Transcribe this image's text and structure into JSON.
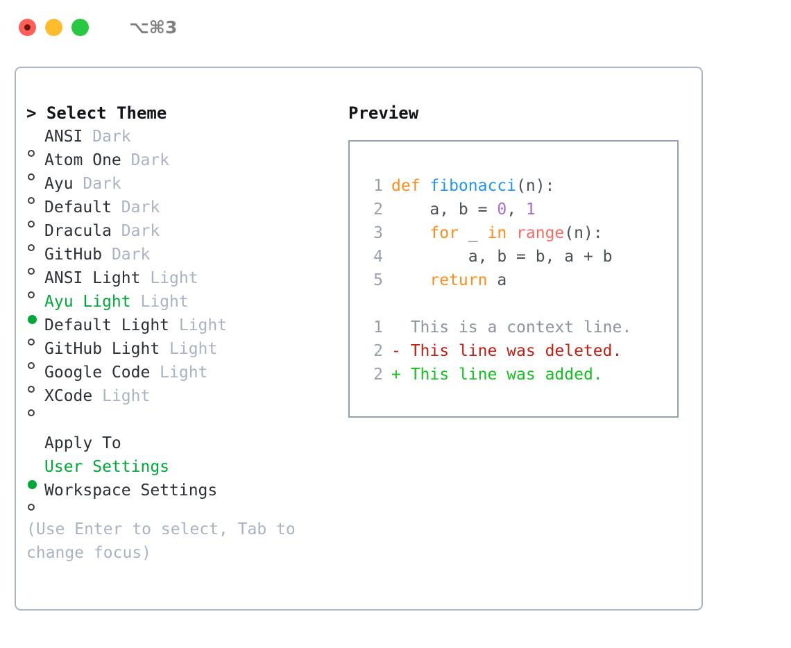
{
  "titlebar": {
    "shortcut": "⌥⌘3",
    "lights": [
      "close",
      "minimize",
      "maximize"
    ]
  },
  "left": {
    "heading": "> Select Theme",
    "themes": [
      {
        "marker": "o",
        "name": "ANSI",
        "tag": "Dark",
        "selected": false
      },
      {
        "marker": "o",
        "name": "Atom One",
        "tag": "Dark",
        "selected": false
      },
      {
        "marker": "o",
        "name": "Ayu",
        "tag": "Dark",
        "selected": false
      },
      {
        "marker": "o",
        "name": "Default",
        "tag": "Dark",
        "selected": false
      },
      {
        "marker": "o",
        "name": "Dracula",
        "tag": "Dark",
        "selected": false
      },
      {
        "marker": "o",
        "name": "GitHub",
        "tag": "Dark",
        "selected": false
      },
      {
        "marker": "o",
        "name": "ANSI Light",
        "tag": "Light",
        "selected": false
      },
      {
        "marker": "●",
        "name": "Ayu Light",
        "tag": "Light",
        "selected": true
      },
      {
        "marker": "o",
        "name": "Default Light",
        "tag": "Light",
        "selected": false
      },
      {
        "marker": "o",
        "name": "GitHub Light",
        "tag": "Light",
        "selected": false
      },
      {
        "marker": "o",
        "name": "Google Code",
        "tag": "Light",
        "selected": false
      },
      {
        "marker": "o",
        "name": "XCode",
        "tag": "Light",
        "selected": false
      }
    ],
    "apply_to_heading": "Apply To",
    "apply_to": [
      {
        "marker": "●",
        "name": "User Settings",
        "selected": true
      },
      {
        "marker": "o",
        "name": "Workspace Settings",
        "selected": false
      }
    ],
    "help_text": "(Use Enter to select, Tab to change focus)"
  },
  "preview": {
    "heading": "Preview",
    "code": [
      {
        "ln": "1",
        "parts": [
          {
            "t": "def ",
            "c": "kw"
          },
          {
            "t": "fibonacci",
            "c": "fn"
          },
          {
            "t": "(n):",
            "c": "pl"
          }
        ]
      },
      {
        "ln": "2",
        "parts": [
          {
            "t": "    a, b = ",
            "c": "pl"
          },
          {
            "t": "0",
            "c": "num"
          },
          {
            "t": ", ",
            "c": "pl"
          },
          {
            "t": "1",
            "c": "num"
          }
        ]
      },
      {
        "ln": "3",
        "parts": [
          {
            "t": "    ",
            "c": "pl"
          },
          {
            "t": "for",
            "c": "kw"
          },
          {
            "t": " _ ",
            "c": "pl"
          },
          {
            "t": "in",
            "c": "kw"
          },
          {
            "t": " ",
            "c": "pl"
          },
          {
            "t": "range",
            "c": "bi"
          },
          {
            "t": "(n):",
            "c": "pl"
          }
        ]
      },
      {
        "ln": "4",
        "parts": [
          {
            "t": "        a, b = b, a + b",
            "c": "pl"
          }
        ]
      },
      {
        "ln": "5",
        "parts": [
          {
            "t": "    ",
            "c": "pl"
          },
          {
            "t": "return",
            "c": "kw"
          },
          {
            "t": " a",
            "c": "pl"
          }
        ]
      }
    ],
    "diff": [
      {
        "ln": "1",
        "sign": " ",
        "text": "This is a context line.",
        "kind": "ctx"
      },
      {
        "ln": "2",
        "sign": "-",
        "text": "This line was deleted.",
        "kind": "del"
      },
      {
        "ln": "2",
        "sign": "+",
        "text": "This line was added.",
        "kind": "add"
      }
    ]
  },
  "colors": {
    "accent_green": "#00a838",
    "keyword_orange": "#ff8c1a",
    "function_blue": "#2196f3",
    "number_purple": "#a96bd6",
    "builtin_red": "#fa6b63",
    "diff_delete": "#c21f12",
    "diff_add": "#12c21f",
    "tag_gray": "#aab3c2",
    "border_gray": "#aeb5c0",
    "light_red": "#ff5f57",
    "light_yellow": "#ffbd2e",
    "light_green": "#28c840"
  }
}
